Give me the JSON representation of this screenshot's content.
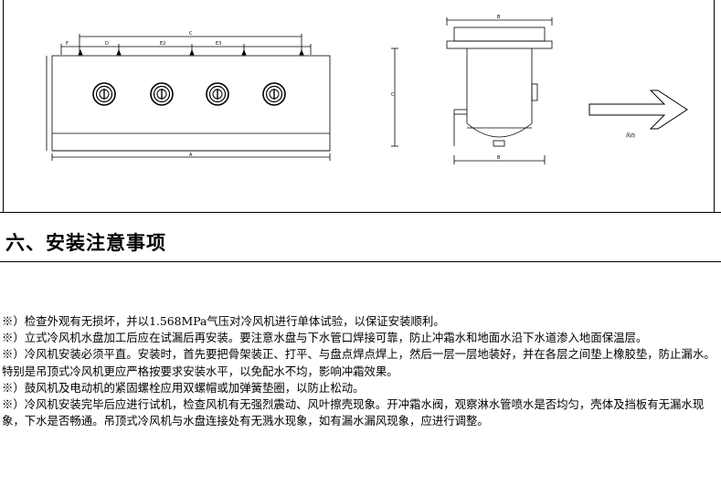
{
  "drawing": {
    "dims": {
      "front_top": "C",
      "front_sub1": "D",
      "front_sub2": "E2",
      "front_sub3": "E3",
      "front_left": "F",
      "front_bottom": "A",
      "side_top": "B",
      "side_left": "C",
      "side_bottom": "B"
    },
    "arrow_label": "风向",
    "coil_count": 4
  },
  "section": {
    "title": "六、安装注意事项"
  },
  "notes": [
    "※）检查外观有无损坏，并以1.568MPa气压对冷风机进行单体试验，以保证安装顺利。",
    "※）立式冷风机水盘加工后应在试漏后再安装。要注意水盘与下水管口焊接可靠，防止冲霜水和地面水沿下水道渗入地面保温层。",
    "※）冷风机安装必须平直。安装时，首先要把骨架装正、打平、与盘点焊点焊上，然后一层一层地装好，并在各层之间垫上橡胶垫，防止漏水。特别是吊顶式冷风机更应严格按要求安装水平，以免配水不均，影响冲霜效果。",
    "※）鼓风机及电动机的紧固螺栓应用双螺帽或加弹簧垫圈，以防止松动。",
    "※）冷风机安装完毕后应进行试机，检查风机有无强烈震动、风叶擦壳现象。开冲霜水阀，观察淋水管喷水是否均匀，壳体及挡板有无漏水现象，下水是否畅通。吊顶式冷风机与水盘连接处有无溅水现象，如有漏水漏风现象，应进行调整。"
  ]
}
